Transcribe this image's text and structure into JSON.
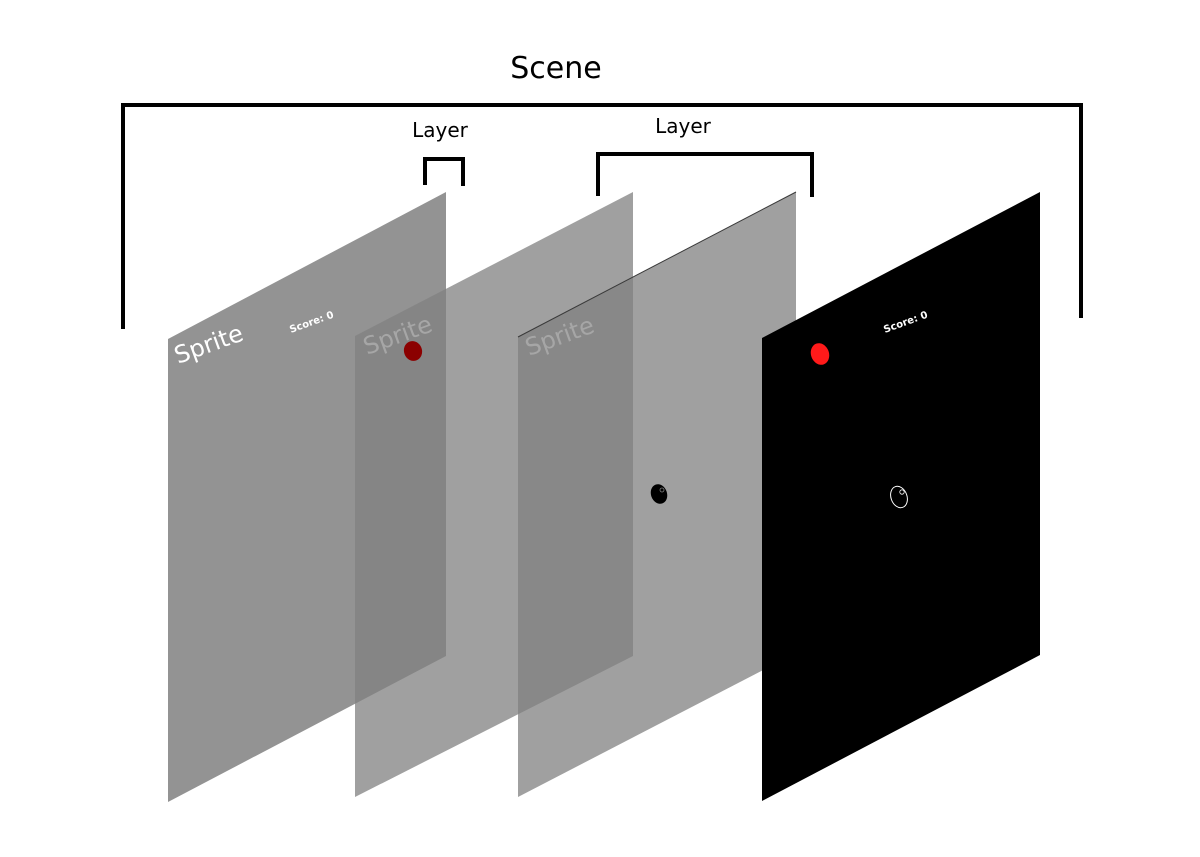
{
  "diagram": {
    "scene_label": "Scene",
    "layer_labels": [
      "Layer",
      "Layer"
    ],
    "sprite_label": "Sprite",
    "score_label": "Score: 0"
  },
  "colors": {
    "panel_gray": "#808080",
    "panel_black": "#000000",
    "sprite_text_light": "#ffffff",
    "sprite_text_dim": "#a6a6a6",
    "ball_red": "#ff1a1a",
    "ball_dark_red": "#8b0000",
    "bracket": "#000000"
  }
}
